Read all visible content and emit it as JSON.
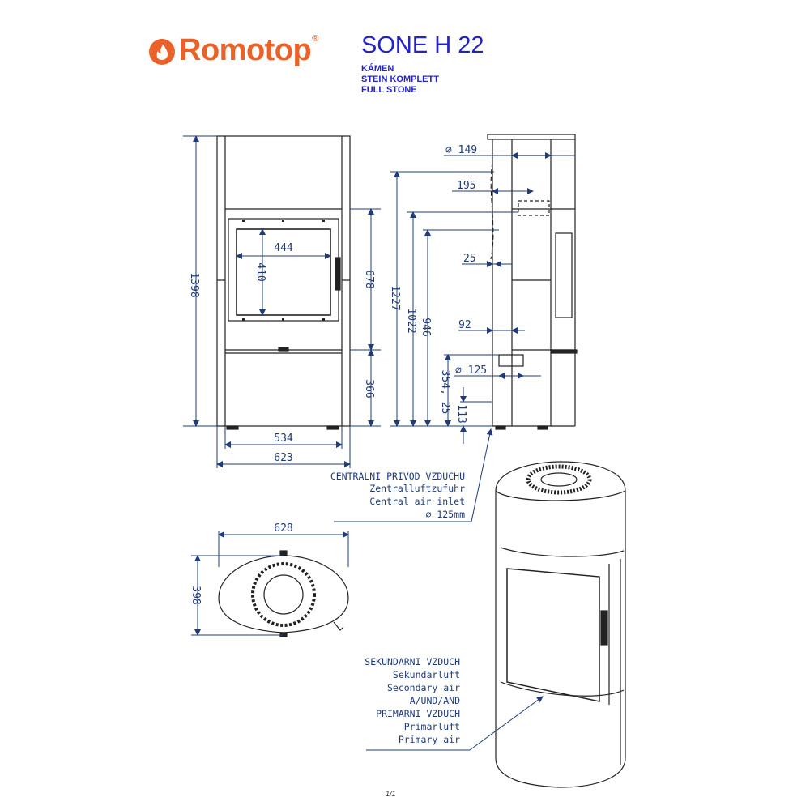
{
  "brand": {
    "name": "Romotop",
    "accent": "#e8622a"
  },
  "model": "SONE H 22",
  "subtitles": [
    "KÁMEN",
    "STEIN KOMPLETT",
    "FULL STONE"
  ],
  "colors": {
    "dimension": "#1f3b7a",
    "title": "#2222cc",
    "line": "#222222"
  },
  "dimensions": {
    "total_height": "1398",
    "glass_width": "444",
    "glass_height": "410",
    "door_height": "678",
    "base_height": "366",
    "inner_width": "534",
    "outer_width": "623",
    "h_1227": "1227",
    "h_1022": "1022",
    "h_946": "946",
    "h_354": "354, 25",
    "h_113": "113",
    "d_149": "∅ 149",
    "d_195": "195",
    "d_25": "25",
    "d_92": "92",
    "d_125": "∅ 125",
    "top_width": "628",
    "top_depth": "398"
  },
  "notes": {
    "central_air": [
      "CENTRALNI PRIVOD VZDUCHU",
      "Zentralluftzufuhr",
      "Central air inlet",
      "∅ 125mm"
    ],
    "secondary_primary": [
      "SEKUNDARNI VZDUCH",
      "Sekundärluft",
      "Secondary air",
      "A/UND/AND",
      "PRIMARNI VZDUCH",
      "Primärluft",
      "Primary air"
    ]
  },
  "page": "1/1"
}
